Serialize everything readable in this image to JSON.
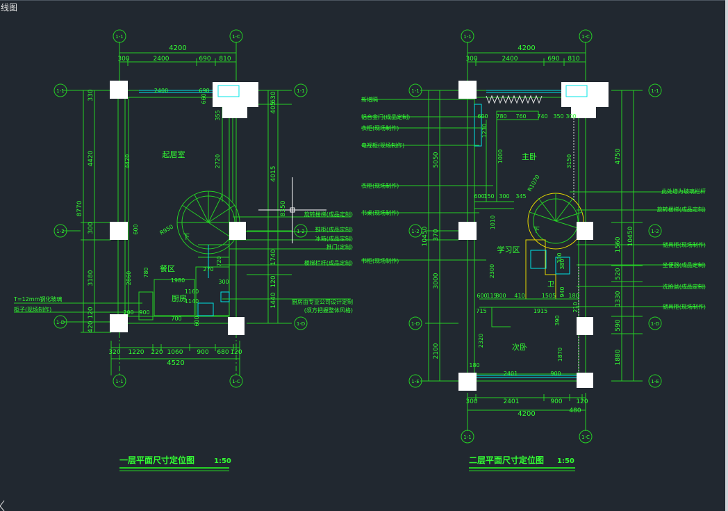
{
  "tab": {
    "title": "线图"
  },
  "colors": {
    "background": "#212830",
    "line": "#25d025",
    "text": "#33ff33",
    "white": "#ffffff",
    "cyan": "#00e5e5",
    "yellow": "#e6d800",
    "magenta": "#ff3bff",
    "grey": "#9aa0a6"
  },
  "plan1": {
    "title": "一层平面尺寸定位图",
    "scale": "1:50",
    "axis_top_left": "1-1",
    "axis_top_right": "1-C",
    "axis_left_top": "1-1",
    "axis_left_mid": "1-2",
    "axis_left_bot": "1-D",
    "axis_right_top": "1-1",
    "axis_right_mid": "1-2",
    "axis_right_bot": "1-D",
    "top_total": "4200",
    "top_dims": [
      "300",
      "2400",
      "690",
      "810"
    ],
    "bottom_dims": [
      "320",
      "1220",
      "220",
      "1060",
      "900",
      "680",
      "120"
    ],
    "bottom_total": "4520",
    "left_outer": "8770",
    "left_dims": [
      "330",
      "4420",
      "300",
      "3180",
      "420",
      "120"
    ],
    "inner_dims": [
      "2400",
      "690",
      "660",
      "355",
      "2720",
      "4420",
      "600",
      "2860",
      "780",
      "1980",
      "1160",
      "1140",
      "720",
      "270",
      "300",
      "600",
      "700",
      "900",
      "200"
    ],
    "right_dims": [
      "630",
      "405",
      "4015",
      "8350",
      "1740",
      "120",
      "1440"
    ],
    "radius": "R950",
    "rooms": {
      "living": "起居室",
      "dining": "餐区",
      "kitchen": "厨房",
      "down": "下"
    },
    "left_notes": [
      "T=12mm钢化玻璃",
      "柜子(现场制作)"
    ],
    "right_notes": [
      "旋转楼梯(成品定制)",
      "鞋柜(成品定制)",
      "冰箱(成品定制)",
      "推门(定制)",
      "楼梯栏杆(成品定制)",
      "厨房由专业公司设计定制",
      "(须方把握整体风格)"
    ]
  },
  "plan2": {
    "title": "二层平面尺寸定位图",
    "scale": "1:50",
    "axis_top_left": "1-1",
    "axis_top_right": "1-C",
    "axis_left_top": "1-1",
    "axis_left_mid": "1-2",
    "axis_left_bot": "1-D",
    "axis_left_end": "1-E",
    "axis_right_top": "1-1",
    "axis_right_mid": "1-2",
    "axis_right_bot": "1-D",
    "axis_right_end": "1-E",
    "axis_bot_left": "1-1",
    "axis_bot_right": "1-C",
    "top_total": "4200",
    "top_dims": [
      "300",
      "2400",
      "690",
      "810"
    ],
    "bottom_dims": [
      "300",
      "2401",
      "900",
      "120"
    ],
    "bottom_sub": "480",
    "bottom_total": "4200",
    "left_dims": [
      "5050",
      "10450",
      "370",
      "3000",
      "2100"
    ],
    "right_dims": [
      "4750",
      "10450",
      "1560",
      "520",
      "1330",
      "590",
      "1880"
    ],
    "inner_dims": [
      "780",
      "760",
      "740",
      "350",
      "300",
      "600",
      "1230",
      "1000",
      "3150",
      "600",
      "150",
      "300",
      "345",
      "1010",
      "2300",
      "600",
      "115",
      "800",
      "410",
      "1505",
      "380",
      "180",
      "715",
      "1915",
      "210",
      "2320",
      "180",
      "2401",
      "900",
      "1870",
      "940",
      "300",
      "390"
    ],
    "radius": "R1070",
    "rooms": {
      "master": "主卧",
      "study": "学习区",
      "second": "次卧",
      "bath": "卫",
      "down": "下"
    },
    "left_notes": [
      "新增隔",
      "铝合金门(成品定制)",
      "衣柜(现场制作)",
      "电视柜(现场制作)",
      "衣柜(现场制作)",
      "书桌(现场制作)",
      "书柜(现场制作)"
    ],
    "right_notes": [
      "此处增为玻璃栏杆",
      "旋转楼梯(成品定制)",
      "储具柜(现场制作)",
      "坐便器(成品定制)",
      "洗脸盆(成品定制)",
      "储具柜(现场制作)"
    ]
  }
}
